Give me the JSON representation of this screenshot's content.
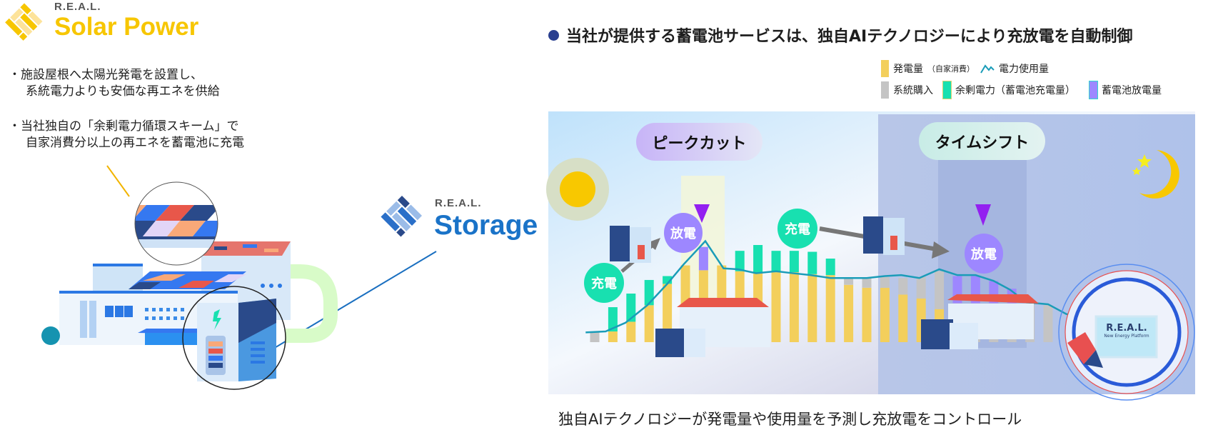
{
  "solar_logo": {
    "brand": "R.E.A.L.",
    "name": "Solar Power",
    "color": "#f7c600"
  },
  "bullets": [
    {
      "line1": "・施設屋根へ太陽光発電を設置し、",
      "line2": "系統電力よりも安価な再エネを供給"
    },
    {
      "line1": "・当社独自の「余剰電力循環スキーム」で",
      "line2": "自家消費分以上の再エネを蓄電池に充電"
    }
  ],
  "storage_logo": {
    "brand": "R.E.A.L.",
    "name": "Storage",
    "color": "#1a73c8"
  },
  "headline": "当社が提供する蓄電池サービスは、独自AIテクノロジーにより充放電を自動制御",
  "legend": [
    {
      "label": "発電量",
      "sub": "（自家消費）",
      "color": "#f3cf5c",
      "type": "bar"
    },
    {
      "label": "電力使用量",
      "color": "#1a9cb8",
      "type": "line"
    },
    {
      "label": "系統購入",
      "color": "#c4c4c4",
      "type": "bar"
    },
    {
      "label": "余剰電力（蓄電池充電量）",
      "color": "#18e0b0",
      "type": "bar"
    },
    {
      "label": "蓄電池放電量",
      "color": "#9d87ff",
      "type": "bar"
    }
  ],
  "diagram": {
    "peak_cut_label": "ピークカット",
    "time_shift_label": "タイムシフト",
    "charge_label": "充電",
    "discharge_label": "放電",
    "platform_brand": "R.E.A.L.",
    "platform_sub": "New Energy Platform"
  },
  "chart_data": {
    "type": "bar",
    "stacked": true,
    "xlabel": "",
    "ylabel": "",
    "ylim": [
      0,
      110
    ],
    "series": [
      {
        "name": "発電量（自家消費）",
        "color": "#f3cf5c",
        "values": [
          0,
          11,
          21,
          38,
          60,
          79,
          74,
          79,
          73,
          71,
          72,
          72,
          70,
          69,
          59,
          56,
          56,
          49,
          45,
          34,
          0,
          0,
          0,
          0,
          0,
          0
        ]
      },
      {
        "name": "余剰電力（蓄電池充電量）",
        "color": "#18e0b0",
        "values": [
          0,
          25,
          29,
          26,
          8,
          0,
          0,
          0,
          21,
          29,
          22,
          22,
          23,
          17,
          0,
          0,
          0,
          0,
          0,
          0,
          0,
          0,
          0,
          0,
          0,
          0
        ]
      },
      {
        "name": "系統購入",
        "color": "#c4c4c4",
        "values": [
          10,
          0,
          0,
          0,
          0,
          0,
          0,
          0,
          0,
          0,
          0,
          0,
          0,
          0,
          7,
          10,
          11,
          17,
          22,
          39,
          40,
          40,
          40,
          40,
          40,
          38
        ]
      },
      {
        "name": "蓄電池放電量",
        "color": "#9d87ff",
        "values": [
          0,
          0,
          0,
          0,
          0,
          0,
          24,
          0,
          0,
          0,
          0,
          0,
          0,
          0,
          0,
          0,
          0,
          0,
          0,
          0,
          28,
          28,
          23,
          15,
          0,
          0
        ]
      }
    ],
    "line": {
      "name": "電力使用量",
      "color": "#1a9cb8",
      "points": [
        [
          -0.5,
          10
        ],
        [
          0.6,
          11
        ],
        [
          1.7,
          20
        ],
        [
          2.9,
          38
        ],
        [
          4.0,
          60
        ],
        [
          4.9,
          80
        ],
        [
          6.1,
          104
        ],
        [
          7.1,
          76
        ],
        [
          7.9,
          75
        ],
        [
          8.9,
          71
        ],
        [
          10.0,
          73
        ],
        [
          10.9,
          71
        ],
        [
          11.9,
          69
        ],
        [
          13.0,
          66
        ],
        [
          13.9,
          66
        ],
        [
          15.0,
          66
        ],
        [
          16.0,
          68
        ],
        [
          16.9,
          69
        ],
        [
          17.9,
          66
        ],
        [
          19.0,
          75
        ],
        [
          20.0,
          69
        ],
        [
          21.0,
          69
        ],
        [
          22.0,
          63
        ],
        [
          22.9,
          54
        ],
        [
          23.8,
          41
        ],
        [
          25.0,
          39
        ],
        [
          26.0,
          29
        ],
        [
          27.4,
          23
        ]
      ]
    }
  },
  "caption": "独自AIテクノロジーが発電量や使用量を予測し充放電をコントロール"
}
